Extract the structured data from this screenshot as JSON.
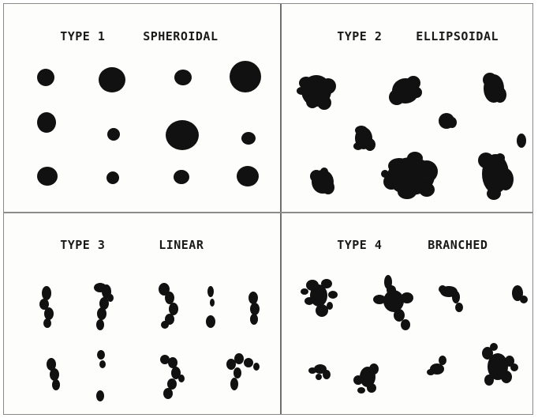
{
  "panels": [
    {
      "type_label": "TYPE 1",
      "name_label": "SPHEROIDAL"
    },
    {
      "type_label": "TYPE 2",
      "name_label": "ELLIPSOIDAL"
    },
    {
      "type_label": "TYPE 3",
      "name_label": "LINEAR"
    },
    {
      "type_label": "TYPE 4",
      "name_label": "BRANCHED"
    }
  ],
  "colors": {
    "ink": "#111111",
    "border": "#8a8a8a",
    "background": "#fdfdfb"
  }
}
